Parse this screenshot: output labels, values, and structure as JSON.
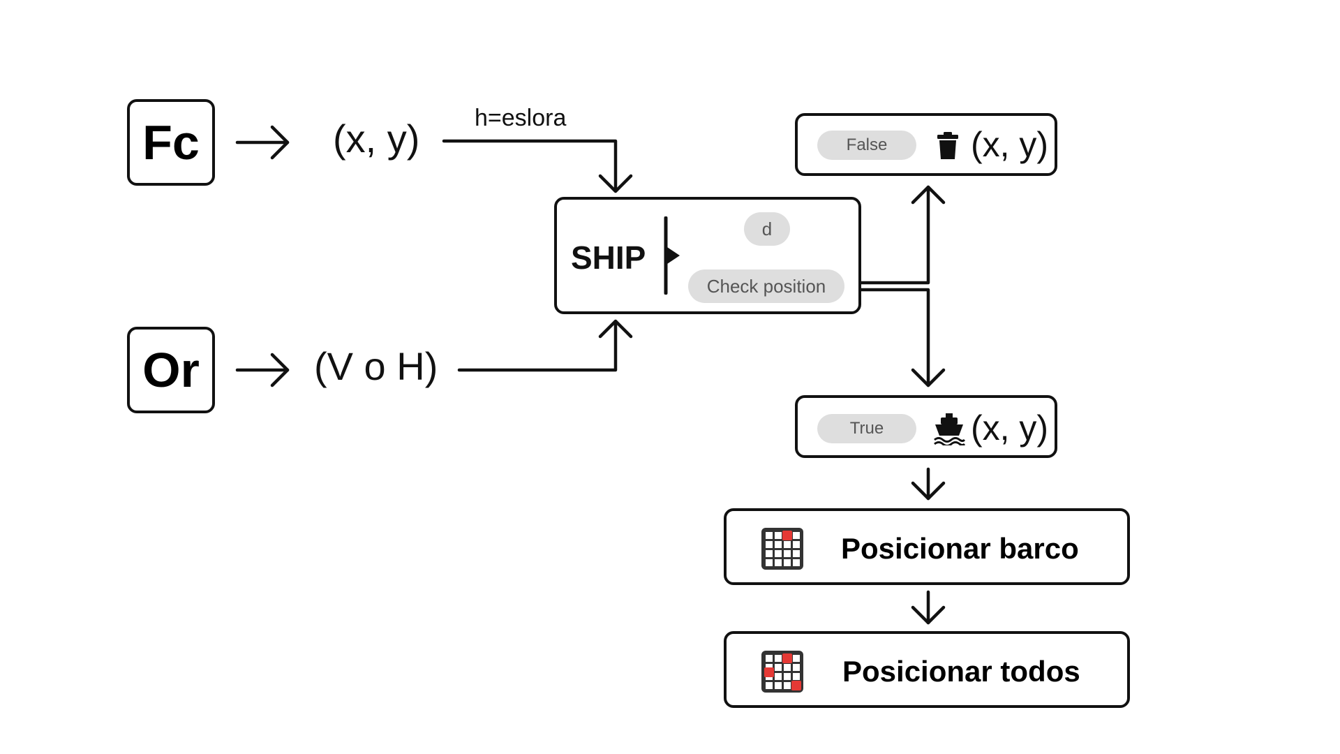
{
  "inputs": {
    "fc_key": "Fc",
    "fc_value": "(x, y)",
    "or_key": "Or",
    "or_value": "(V o H)",
    "length_label": "h=eslora"
  },
  "ship": {
    "title": "SHIP",
    "param": "d",
    "method": "Check position"
  },
  "outcomes": {
    "false_label": "False",
    "false_value": "(x, y)",
    "false_icon": "trash-icon",
    "true_label": "True",
    "true_value": "(x, y)",
    "true_icon": "ship-icon"
  },
  "actions": {
    "place_ship": "Posicionar barco",
    "place_all": "Posicionar todos",
    "grid_icon": "grid-icon",
    "accent_color": "#e53935",
    "grid_color": "#333333"
  }
}
